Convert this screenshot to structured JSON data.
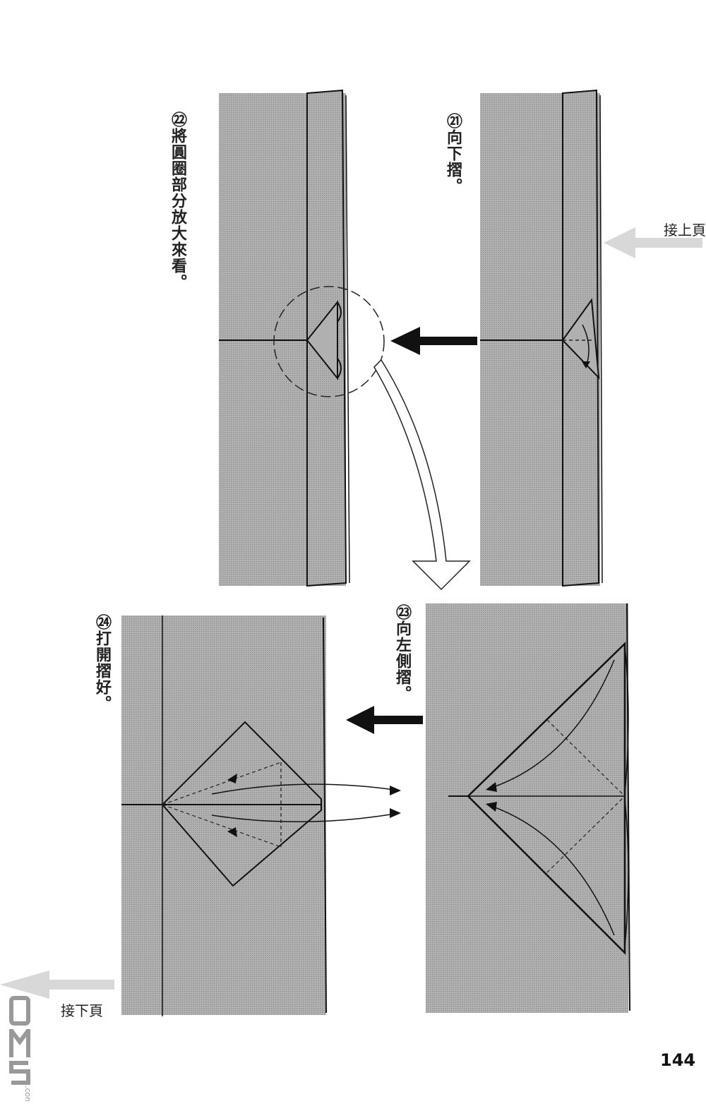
{
  "steps": [
    {
      "number": "㉑",
      "text": "向下摺。"
    },
    {
      "number": "㉒",
      "text": "將圓圈部分放大來看。"
    },
    {
      "number": "㉓",
      "text": "向左側摺。"
    },
    {
      "number": "㉔",
      "text": "打開摺好。"
    }
  ],
  "continued_from": "接上頁",
  "continued_to": "接下頁",
  "page_number": "144",
  "watermark": "DM5.com",
  "colors": {
    "paper_grey": "#a9a9a9",
    "line": "#111111",
    "hint_arrow": "#d8d8d8"
  }
}
